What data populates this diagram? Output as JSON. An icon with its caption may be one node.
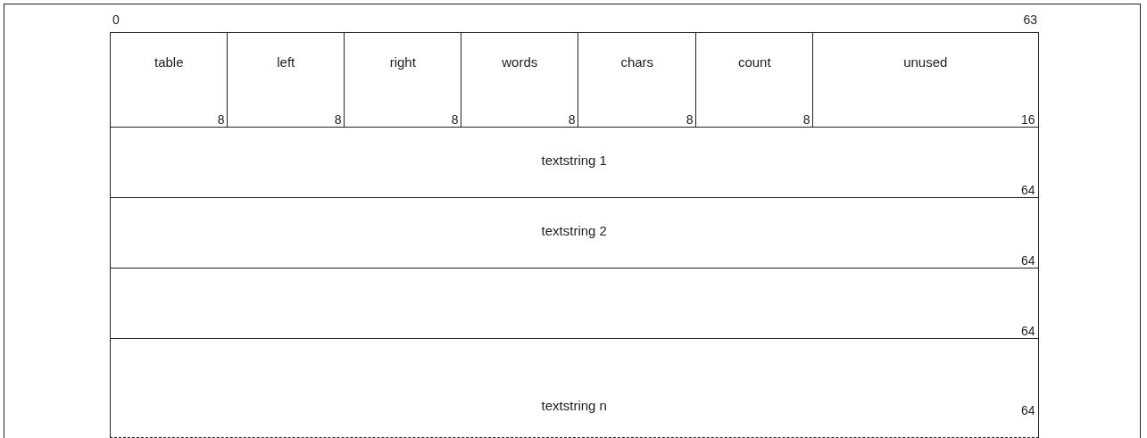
{
  "diagram": {
    "nodes": [
      {
        "text": [
          "table",
          "8"
        ]
      },
      {
        "text": [
          "left",
          "8"
        ]
      },
      {
        "text": [
          "right",
          "8"
        ]
      },
      {
        "text": [
          "words",
          "8"
        ]
      },
      {
        "text": [
          "chars",
          "8"
        ]
      },
      {
        "text": [
          "count",
          "8"
        ]
      },
      {
        "text": [
          "unused",
          "16"
        ]
      },
      {
        "text": [
          "textstring 1",
          "64"
        ]
      },
      {
        "text": [
          "textstring 2",
          "64"
        ]
      },
      {
        "text": [
          "64"
        ]
      },
      {
        "text": [
          "textstring n",
          "64"
        ]
      }
    ],
    "labels": [
      "0",
      "63"
    ]
  }
}
